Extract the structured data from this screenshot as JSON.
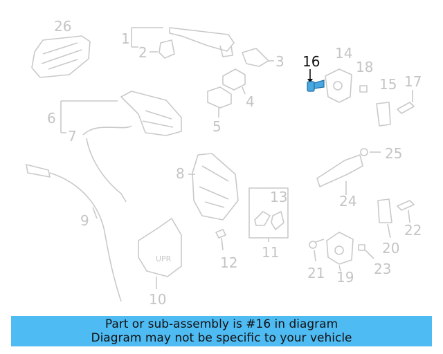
{
  "diagram": {
    "highlighted_part": "16",
    "callouts": [
      "1",
      "2",
      "3",
      "4",
      "5",
      "6",
      "7",
      "8",
      "9",
      "10",
      "11",
      "12",
      "13",
      "14",
      "15",
      "16",
      "17",
      "18",
      "19",
      "20",
      "21",
      "22",
      "23",
      "24",
      "25",
      "26"
    ],
    "highlight_color": "#111111",
    "part_color": "#c9c9c9",
    "bolt_color": "#4aa8e0"
  },
  "banner": {
    "line1": "Part or sub-assembly is #16 in diagram",
    "line2": "Diagram may not be specific to your vehicle",
    "background": "#4fbbf3"
  },
  "upper_label": "UPR"
}
